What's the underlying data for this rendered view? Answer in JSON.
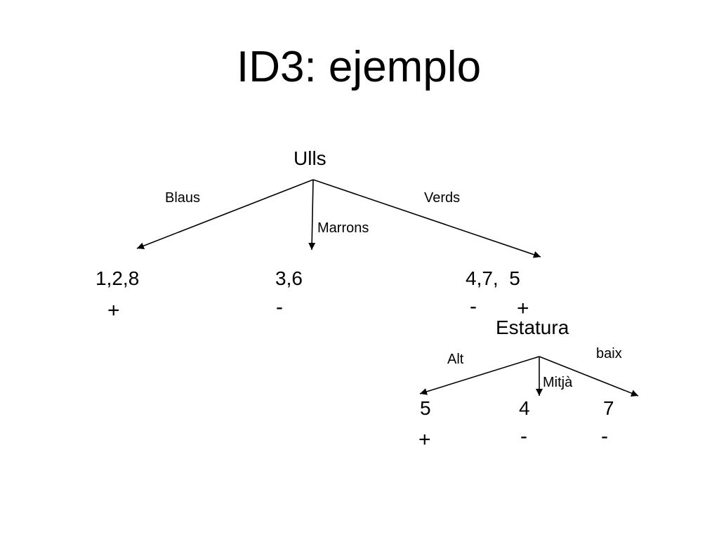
{
  "title": "ID3: ejemplo",
  "root": {
    "label": "Ulls",
    "edges": [
      "Blaus",
      "Marrons",
      "Verds"
    ],
    "children": [
      {
        "examples": "1,2,8",
        "classes": [
          "+"
        ]
      },
      {
        "examples": "3,6",
        "classes": [
          "-"
        ]
      },
      {
        "examples": "4,7,  5",
        "classes": [
          "-",
          "+"
        ]
      }
    ]
  },
  "subtree": {
    "label": "Estatura",
    "edges": [
      "Alt",
      "Mitjà",
      "baix"
    ],
    "children": [
      {
        "examples": "5",
        "classes": [
          "+"
        ]
      },
      {
        "examples": "4",
        "classes": [
          "-"
        ]
      },
      {
        "examples": "7",
        "classes": [
          "-"
        ]
      }
    ]
  },
  "colors": {
    "ink": "#000000",
    "background": "#ffffff"
  }
}
